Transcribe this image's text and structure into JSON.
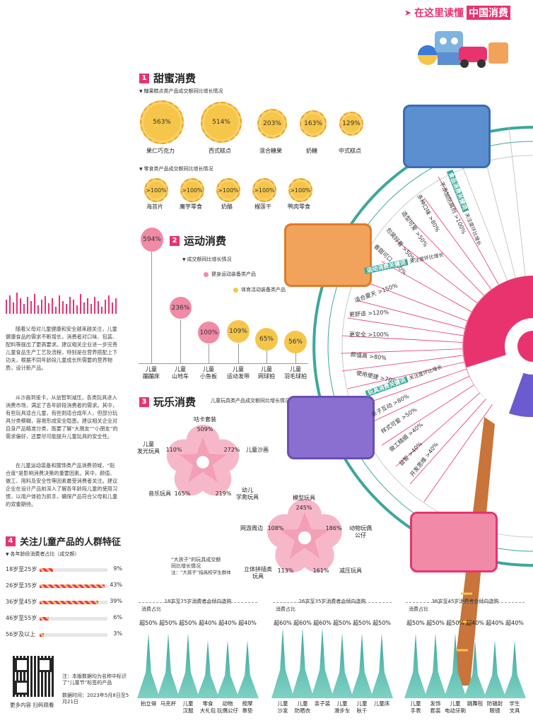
{
  "header": {
    "title": "在这里读懂",
    "title_highlight": "中国消费",
    "arrow": "double-arrow-icon"
  },
  "colors": {
    "accent": "#e8336f",
    "pink": "#f08aa6",
    "yellow": "#f6c64a",
    "teal": "#3aa89b"
  },
  "sweet": {
    "num": "1",
    "title": "甜蜜消费",
    "sub1": "糖果糕点类产品成交额同比增长情况",
    "cookies1": [
      {
        "value": "563%",
        "label": "果仁巧克力"
      },
      {
        "value": "514%",
        "label": "西式糕点"
      },
      {
        "value": "203%",
        "label": "混合糖果"
      },
      {
        "value": "163%",
        "label": "奶糖"
      },
      {
        "value": "129%",
        "label": "中式糕点"
      }
    ],
    "sub2": "零食类产品成交额同比增长情况",
    "cookies2": [
      {
        "value": ">100%",
        "label": "海苔片"
      },
      {
        "value": ">100%",
        "label": "魔芋零食"
      },
      {
        "value": ">100%",
        "label": "奶酪"
      },
      {
        "value": ">100%",
        "label": "榴莲干"
      },
      {
        "value": ">100%",
        "label": "鸭肉零食"
      }
    ]
  },
  "sport": {
    "num": "2",
    "title": "运动消费",
    "sub": "成交额同比增长情况",
    "legend": [
      {
        "label": "健身运动装备类产品",
        "color": "#f08aa6"
      },
      {
        "label": "体育活动装备类产品",
        "color": "#f6c64a"
      }
    ],
    "balls": [
      {
        "value": "594%",
        "label": "儿童\n蹦蹦床",
        "color": "pink"
      },
      {
        "value": "236%",
        "label": "儿童\n山地车",
        "color": "pink"
      },
      {
        "value": "100%",
        "label": "儿童\n小鱼板",
        "color": "pink"
      },
      {
        "value": "109%",
        "label": "儿童\n运动发带",
        "color": "yellow"
      },
      {
        "value": "65%",
        "label": "儿童\n网球拍",
        "color": "yellow"
      },
      {
        "value": "56%",
        "label": "儿童\n羽毛球拍",
        "color": "yellow"
      }
    ]
  },
  "play": {
    "num": "3",
    "title": "玩乐消费",
    "sub": "儿童玩具类产品成交额同比增长情况",
    "flower1": [
      {
        "name": "咕卡套装",
        "value": "509%"
      },
      {
        "name": "儿童沙画",
        "value": "272%"
      },
      {
        "name": "幼儿\n学爬玩具",
        "value": "219%"
      },
      {
        "name": "音乐玩具",
        "value": "165%"
      },
      {
        "name": "儿童\n发光玩具",
        "value": "110%"
      }
    ],
    "flower2": [
      {
        "name": "模型玩具",
        "value": "245%"
      },
      {
        "name": "动物玩偶\n公仔",
        "value": "186%"
      },
      {
        "name": "减压玩具",
        "value": "161%"
      },
      {
        "name": "立体拼插类\n玩具",
        "value": "113%"
      },
      {
        "name": "网游周边",
        "value": "108%"
      }
    ],
    "note_title": "“大孩子”的玩具成交额\n同比增长情况",
    "note_sub": "注：“大孩子”指高校学生群体"
  },
  "crowd": {
    "num": "4",
    "title": "关注儿童产品的人群特征",
    "sub": "各年龄段消费者占比（成交额）",
    "rows": [
      {
        "label": "18岁至25岁",
        "value": "9%",
        "pct": 9
      },
      {
        "label": "26岁至35岁",
        "value": "43%",
        "pct": 43
      },
      {
        "label": "36岁至45岁",
        "value": "39%",
        "pct": 39
      },
      {
        "label": "46岁至55岁",
        "value": "6%",
        "pct": 6
      },
      {
        "label": "56岁及以上",
        "value": "3%",
        "pct": 3
      }
    ]
  },
  "paragraphs": [
    "随着父母对儿童健康和安全越来越关注，儿童健康食品的需求不断增长，消费者对口味、包装、配料等提出了更高要求。建议相关企业进一步完善儿童食品生产工艺及流程，特别是在营养搭配上下功夫，根据不同年龄段儿童成长所需要的营养物质，设计新产品。",
    "从沙画到鉴卡，从益智到减压，各类玩具进入消费市场，满足了各年龄段消费者的需求。其中，有些玩具适合儿童，有些则适合成年人，但部分玩具分类模糊，容易形成安全隐患。建议相关企业对自身产品精准分类，既要了解“大朋友”“小朋友”的需求偏好，还要尽可能提升儿童玩具的安全性。",
    "在儿童运动装备和服饰类产品消费领域，“贴合度”是影响消费决策的重要因素。其中，颜值、做工、用料及安全性等因素最受消费者关注。建议企业在设计产品前深入了解各年龄段儿童的使用习惯，以用户体验为抓手，确保产品符合父母和儿童的双重期待。"
  ],
  "wheel": {
    "sections": [
      {
        "title": "食品消费关键词",
        "note": "关注度环比增长",
        "terms": [
          "不添加防腐剂 >100%",
          "多种口味 >80%",
          "造型可爱 >50%",
          "包装好看 >50%",
          "香甜可口 >40%"
        ]
      },
      {
        "title": "运动消费关键词",
        "note": "关注度环比增长",
        "terms": [
          "适合夏天 >150%",
          "更舒适 >120%",
          "更安全 >100%",
          "颜值高 >80%",
          "使用便捷 >70%"
        ]
      },
      {
        "title": "玩具消费关键词",
        "note": "关注度环比增长",
        "terms": [
          "亲子互动 >80%",
          "样式可爱 >50%",
          "做工精细 >40%",
          "益智 >40%",
          "开发思维 >40%"
        ]
      }
    ]
  },
  "flow": {
    "groups": [
      {
        "title": "18岁至25岁消费者会倾向选购",
        "sub": "消费占比",
        "items": [
          {
            "v": "超50%",
            "n": "拍立得"
          },
          {
            "v": "超50%",
            "n": "马克杯"
          },
          {
            "v": "超50%",
            "n": "儿童\n汉服"
          },
          {
            "v": "超40%",
            "n": "零食\n大礼包"
          },
          {
            "v": "超40%",
            "n": "动物\n玩偶公仔"
          },
          {
            "v": "超40%",
            "n": "按摩\n靠垫"
          }
        ]
      },
      {
        "title": "26岁至35岁消费者会倾向选购",
        "sub": "消费占比",
        "items": [
          {
            "v": "超60%",
            "n": "儿童\n沙发"
          },
          {
            "v": "超60%",
            "n": "儿童\n防晒衣"
          },
          {
            "v": "超60%",
            "n": "亲子装"
          },
          {
            "v": "超50%",
            "n": "儿童\n滑步车"
          },
          {
            "v": "超50%",
            "n": "儿童\n秋千"
          },
          {
            "v": "超50%",
            "n": "儿童床"
          }
        ]
      },
      {
        "title": "36岁至45岁消费者会倾向选购",
        "sub": "消费占比",
        "items": [
          {
            "v": "超50%",
            "n": "儿童\n手表"
          },
          {
            "v": "超50%",
            "n": "发饰\n套装"
          },
          {
            "v": "超50%",
            "n": "儿童\n电动牙刷"
          },
          {
            "v": "超40%",
            "n": "跳舞毯"
          },
          {
            "v": "超40%",
            "n": "防辐射\n眼镜"
          },
          {
            "v": "超40%",
            "n": "学生\n文具"
          }
        ]
      }
    ]
  },
  "footer": {
    "qr_caption": "更多内容 扫码观看",
    "note": "注：本版数据均为名称中标识了“儿童节”标签的产品",
    "source": "数据时间：2023年5月8日至5月21日"
  }
}
